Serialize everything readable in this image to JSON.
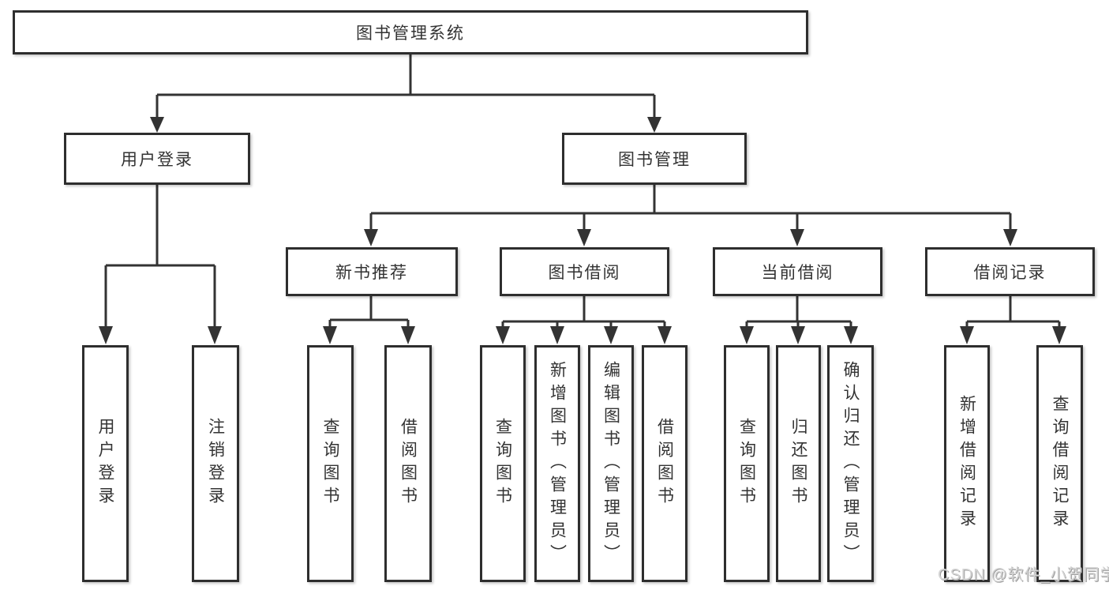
{
  "root": {
    "label": "图书管理系统"
  },
  "user_branch": {
    "label": "用户登录",
    "leaves": [
      {
        "label": "用户登录"
      },
      {
        "label": "注销登录"
      }
    ]
  },
  "book_branch": {
    "label": "图书管理",
    "groups": [
      {
        "label": "新书推荐",
        "leaves": [
          {
            "label": "查询图书"
          },
          {
            "label": "借阅图书"
          }
        ]
      },
      {
        "label": "图书借阅",
        "leaves": [
          {
            "label": "查询图书"
          },
          {
            "label": "新增图书（管理员）"
          },
          {
            "label": "编辑图书（管理员）"
          },
          {
            "label": "借阅图书"
          }
        ]
      },
      {
        "label": "当前借阅",
        "leaves": [
          {
            "label": "查询图书"
          },
          {
            "label": "归还图书"
          },
          {
            "label": "确认归还（管理员）"
          }
        ]
      },
      {
        "label": "借阅记录",
        "leaves": [
          {
            "label": "新增借阅记录"
          },
          {
            "label": "查询借阅记录"
          }
        ]
      }
    ]
  },
  "watermark": {
    "text": "CSDN @软件_小贺同学"
  },
  "colors": {
    "line": "#333333",
    "box_border": "#2e2e2e",
    "text": "#333333",
    "background": "#ffffff",
    "watermark": "#d4d4d4"
  }
}
